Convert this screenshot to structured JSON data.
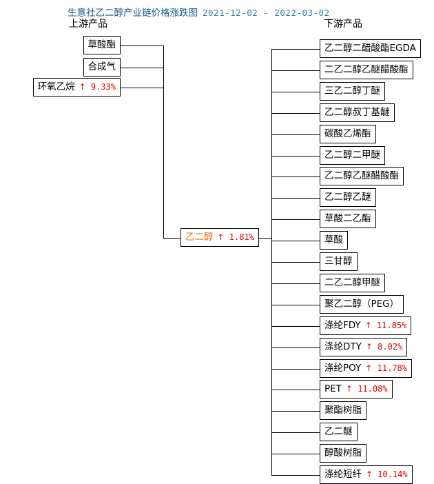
{
  "header": {
    "title": "生意社乙二醇产业链价格涨跌图",
    "date_range": "2021-12-02 - 2022-03-02",
    "upstream_label": "上游产品",
    "downstream_label": "下游产品"
  },
  "colors": {
    "title": "#165a89",
    "date_range": "#3a7fa8",
    "increase": "#e00000",
    "center_node_text": "#f07000",
    "node_border": "#000000",
    "background": "#ffffff"
  },
  "center": {
    "name": "乙二醇",
    "arrow": "↑",
    "change": "1.81%"
  },
  "upstream": [
    {
      "name": "草酸酯",
      "arrow": "",
      "change": ""
    },
    {
      "name": "合成气",
      "arrow": "",
      "change": ""
    },
    {
      "name": "环氧乙烷",
      "arrow": "↑",
      "change": "9.33%"
    }
  ],
  "downstream": [
    {
      "name": "乙二醇二醋酸酯EGDA",
      "arrow": "",
      "change": ""
    },
    {
      "name": "二乙二醇乙醚醋酸酯",
      "arrow": "",
      "change": ""
    },
    {
      "name": "三乙二醇丁醚",
      "arrow": "",
      "change": ""
    },
    {
      "name": "乙二醇叔丁基醚",
      "arrow": "",
      "change": ""
    },
    {
      "name": "碳酸乙烯酯",
      "arrow": "",
      "change": ""
    },
    {
      "name": "乙二醇二甲醚",
      "arrow": "",
      "change": ""
    },
    {
      "name": "乙二醇乙醚醋酸酯",
      "arrow": "",
      "change": ""
    },
    {
      "name": "乙二醇乙醚",
      "arrow": "",
      "change": ""
    },
    {
      "name": "草酸二乙酯",
      "arrow": "",
      "change": ""
    },
    {
      "name": "草酸",
      "arrow": "",
      "change": ""
    },
    {
      "name": "三甘醇",
      "arrow": "",
      "change": ""
    },
    {
      "name": "二乙二醇甲醚",
      "arrow": "",
      "change": ""
    },
    {
      "name": "聚乙二醇（PEG）",
      "arrow": "",
      "change": ""
    },
    {
      "name": "涤纶FDY",
      "arrow": "↑",
      "change": "11.85%"
    },
    {
      "name": "涤纶DTY",
      "arrow": "↑",
      "change": "8.02%"
    },
    {
      "name": "涤纶POY",
      "arrow": "↑",
      "change": "11.78%"
    },
    {
      "name": "PET",
      "arrow": "↑",
      "change": "11.08%"
    },
    {
      "name": "聚酯树脂",
      "arrow": "",
      "change": ""
    },
    {
      "name": "乙二醚",
      "arrow": "",
      "change": ""
    },
    {
      "name": "醇酸树脂",
      "arrow": "",
      "change": ""
    },
    {
      "name": "涤纶短纤",
      "arrow": "↑",
      "change": "10.14%"
    }
  ]
}
